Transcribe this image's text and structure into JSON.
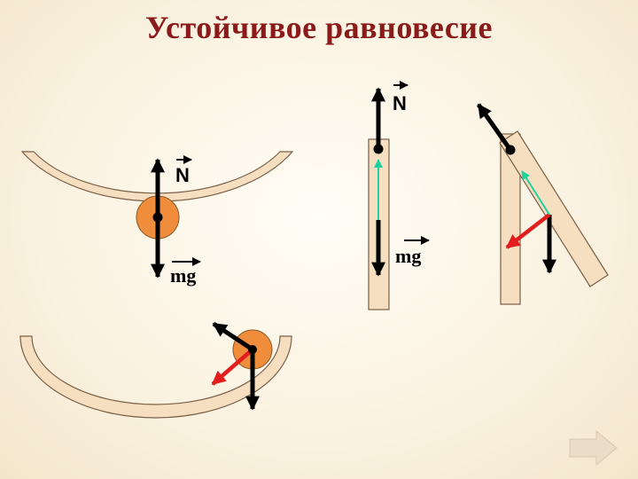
{
  "title": "Устойчивое равновесие",
  "labels": {
    "normal_force": "N",
    "gravity_force": "mg"
  },
  "colors": {
    "title": "#8b1a1a",
    "bowl_fill": "#f5dfc0",
    "ball_fill": "#ef8d3c",
    "force_main": "#000000",
    "force_restoring": "#e41e1e",
    "force_component": "#1fd0a0",
    "nav_button": "#eadcc6"
  },
  "icons": {
    "next": "right-arrow-icon"
  }
}
